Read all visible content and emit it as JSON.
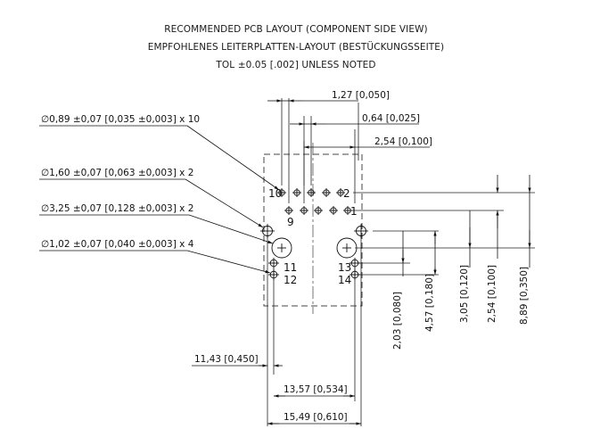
{
  "header": {
    "line1": "RECOMMENDED PCB LAYOUT (COMPONENT SIDE VIEW)",
    "line2": "EMPFOHLENES LEITERPLATTEN-LAYOUT (BESTÜCKUNGSSEITE)",
    "line3": "TOL ±0.05 [.002] UNLESS NOTED"
  },
  "hole_callouts": {
    "h089": "∅0,89 ±0,07 [0,035 ±0,003] x 10",
    "h160": "∅1,60 ±0,07 [0,063 ±0,003] x 2",
    "h325": "∅3,25 ±0,07 [0,128 ±0,003] x 2",
    "h102": "∅1,02 ±0,07 [0,040 ±0,003] x 4"
  },
  "top_dims": {
    "d127": "1,27 [0,050]",
    "d064": "0,64 [0,025]",
    "d254": "2,54 [0,100]"
  },
  "pin_labels": {
    "p10": "10",
    "p2": "2",
    "p9": "9",
    "p1": "1",
    "p11": "11",
    "p12": "12",
    "p13": "13",
    "p14": "14"
  },
  "right_dims": {
    "d203": "2,03 [0,080]",
    "d457": "4,57 [0,180]",
    "d305": "3,05 [0,120]",
    "d254v": "2,54 [0,100]",
    "d889": "8,89 [0,350]"
  },
  "bottom_dims": {
    "d1143": "11,43 [0,450]",
    "d1357": "13,57 [0,534]",
    "d1549": "15,49 [0,610]"
  }
}
